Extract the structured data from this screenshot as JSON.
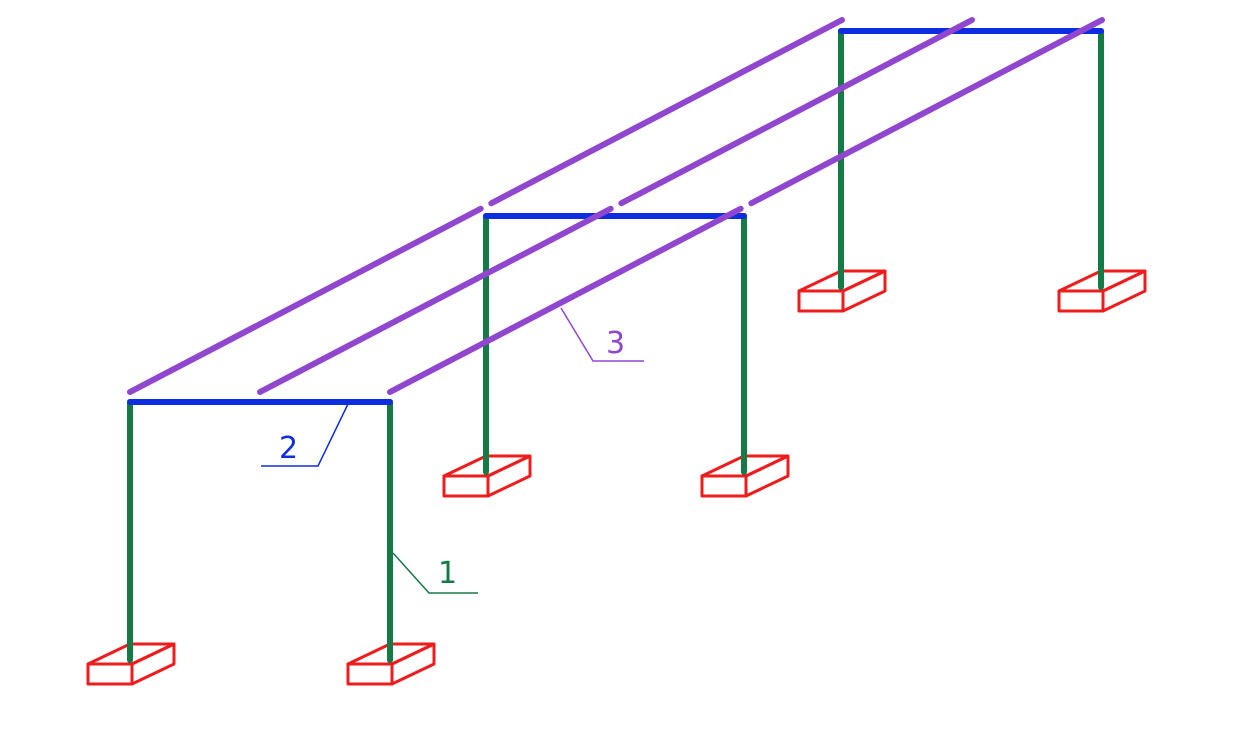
{
  "colors": {
    "background": "#ffffff",
    "column": "#157a45",
    "beam": "#0f2de0",
    "purlin": "#9146d0",
    "footing": "#ee1c1c",
    "leader_column": "#157a45",
    "leader_beam": "#0f2de0",
    "leader_purlin": "#9146d0"
  },
  "diagram": {
    "frames_count": 3,
    "purlins_count": 3,
    "element_types": {
      "column": {
        "label": "1",
        "color_key": "column"
      },
      "beam": {
        "label": "2",
        "color_key": "beam"
      },
      "purlin": {
        "label": "3",
        "color_key": "purlin"
      }
    },
    "labels": {
      "column_label": "1",
      "beam_label": "2",
      "purlin_label": "3"
    }
  }
}
